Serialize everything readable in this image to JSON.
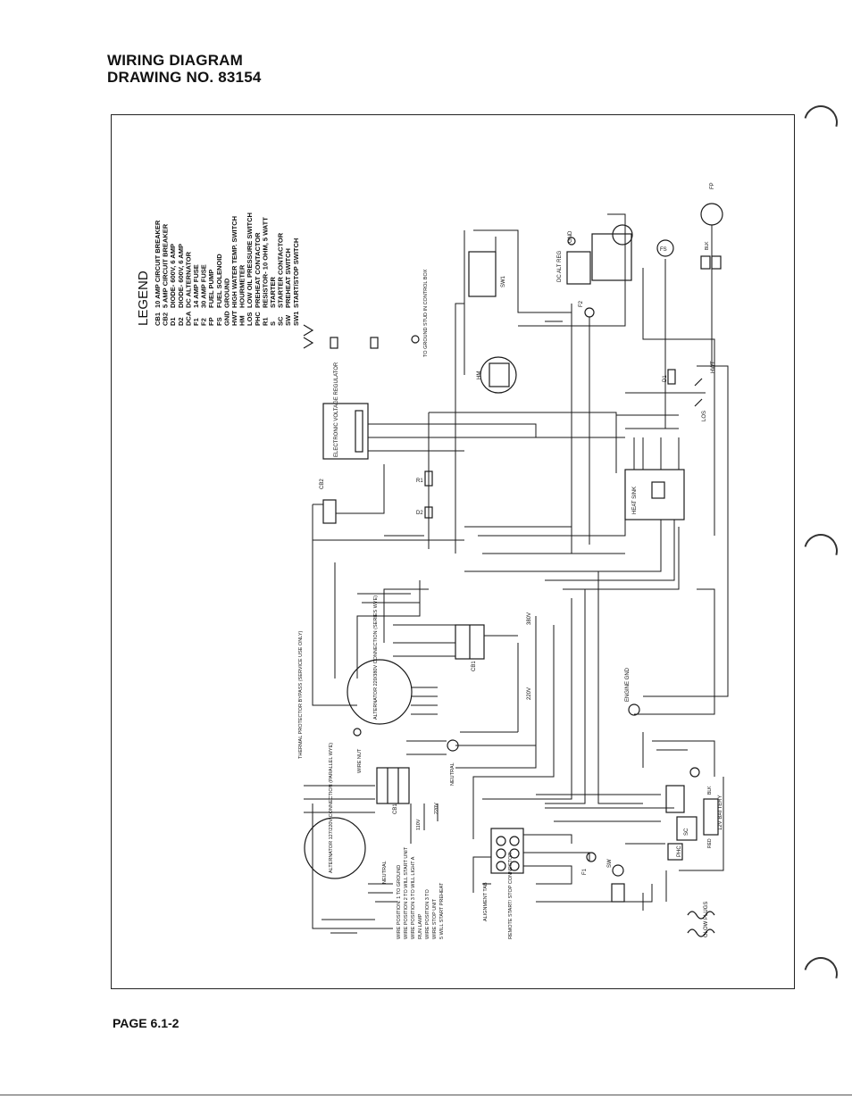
{
  "header": {
    "title_line1": "WIRING DIAGRAM",
    "title_line2": "DRAWING NO. 83154"
  },
  "footer": {
    "page": "PAGE 6.1-2"
  },
  "legend": {
    "heading": "LEGEND",
    "items": [
      {
        "code": "CB1",
        "desc": "10 AMP CIRCUIT BREAKER"
      },
      {
        "code": "CB2",
        "desc": "5 AMP CIRCUIT BREAKER"
      },
      {
        "code": "D1",
        "desc": "DIODE- 600V, 6 AMP"
      },
      {
        "code": "D2",
        "desc": "DIODE- 600V, 6 AMP"
      },
      {
        "code": "DCA",
        "desc": "DC ALTERNATOR"
      },
      {
        "code": "F1",
        "desc": "14 AMP FUSE"
      },
      {
        "code": "F2",
        "desc": "30 AMP FUSE"
      },
      {
        "code": "FP",
        "desc": "FUEL PUMP"
      },
      {
        "code": "FS",
        "desc": "FUEL SOLENOID"
      },
      {
        "code": "GND",
        "desc": "GROUND"
      },
      {
        "code": "HWT",
        "desc": "HIGH WATER TEMP. SWITCH"
      },
      {
        "code": "HM",
        "desc": "HOURMETER"
      },
      {
        "code": "LOS",
        "desc": "LOW OIL PRESSURE SWITCH"
      },
      {
        "code": "PHC",
        "desc": "PREHEAT CONTACTOR"
      },
      {
        "code": "R1",
        "desc": "RESISTOR- 10 OHM, 5 WATT"
      },
      {
        "code": "S",
        "desc": "STARTER"
      },
      {
        "code": "SC",
        "desc": "STARTER CONTACTOR"
      },
      {
        "code": "SW",
        "desc": "PREHEAT SWITCH"
      },
      {
        "code": "SW1",
        "desc": "START/STOP SWITCH"
      }
    ]
  },
  "components": {
    "voltage_regulator": "ELECTRONIC VOLTAGE REGULATOR",
    "heat_sink": "HEAT SINK",
    "alternator_upper": "ALTERNATOR 220/380V CONNECTION (SERIES WYE)",
    "alternator_lower": "ALTERNATOR 127/220V CONNECTION (PARALLEL WYE)",
    "thermal_protector": "THERMAL PROTECTOR BYPASS (SERVICE USE ONLY)",
    "wire_nut": "WIRE NUT",
    "neutral_upper": "NEUTRAL",
    "neutral_lower": "NEUTRAL",
    "to_ground": "TO GROUND STUD IN CONTROL BOX",
    "engine_gnd": "ENGINE GND",
    "battery": "12V BATTERY",
    "glow_plugs": "GLOW PLUGS",
    "remote_connector": "REMOTE START/ STOP CONNECTOR",
    "alignment_tab": "ALIGNMENT TAB",
    "dc_alt_reg": "DC ALT REG",
    "gnd": "GND",
    "sw1": "SW1",
    "hm": "HM",
    "cb1": "CB1",
    "cb2": "CB2",
    "r1": "R1",
    "d2": "D2",
    "d1": "D1",
    "fs": "FS",
    "fp": "FP",
    "los": "LOS",
    "hwt": "HWT",
    "phc": "PHC",
    "sc": "SC",
    "sw": "SW",
    "f1": "F1",
    "f2": "F2",
    "blk": "BLK",
    "red": "RED",
    "v380": "380V",
    "v220": "220V",
    "v220b": "220V",
    "v110": "110V",
    "wire_positions": [
      "WIRE POSITION: 1 TO GROUND",
      "WIRE POSITION 2 TO WILL START UNIT",
      "WIRE POSITION 3 TO WILL LIGHT A",
      "RUN LAMP",
      "WIRE POSITION 3 TO",
      "WIRE STOP UNIT",
      "5 WILL START PREHEAT"
    ]
  }
}
